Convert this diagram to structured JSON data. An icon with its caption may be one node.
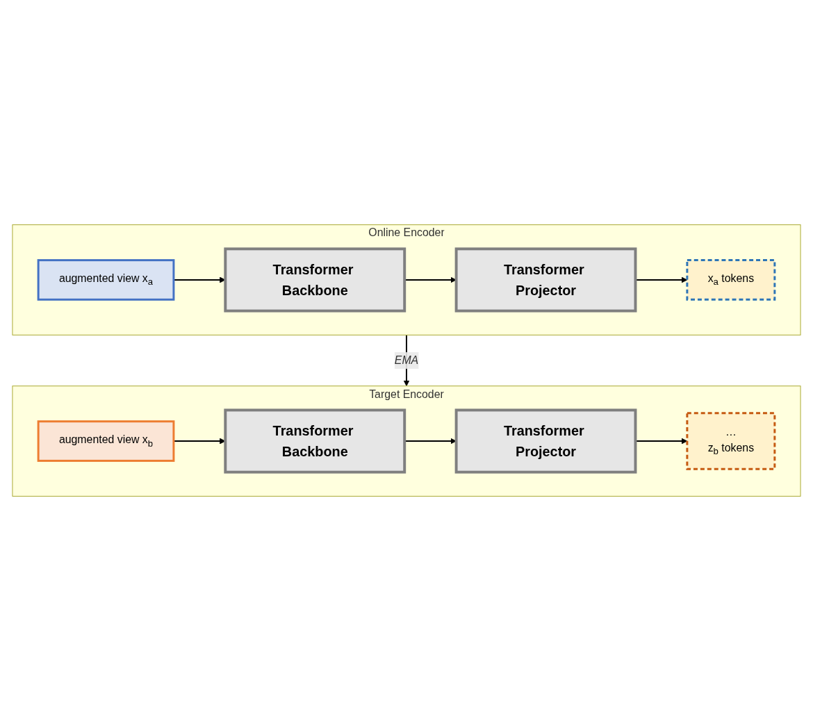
{
  "diagram": {
    "nodes": [
      {
        "text": [
          "Online Encoder"
        ]
      },
      {
        "text": [
          "augmented view x$_{a}$"
        ],
        "in": 0
      },
      {
        "text": [
          "Transformer Backbone"
        ],
        "in": 0
      },
      {
        "text": [
          "Transformer Projector"
        ],
        "in": 0
      },
      {
        "text": [
          "x$_{a}$ tokens"
        ],
        "in": 0
      },
      {
        "text": [
          "Target Encoder"
        ]
      },
      {
        "text": [
          "augmented view x$_{b}$"
        ],
        "in": 5
      },
      {
        "text": [
          "Transformer Backbone"
        ],
        "in": 5
      },
      {
        "text": [
          "Transformer Projector"
        ],
        "in": 5
      },
      {
        "text": [
          "…",
          "z$_{b}$ tokens"
        ],
        "in": 5
      }
    ],
    "edges": [
      {
        "from": 1,
        "to": 2,
        "arrow": "to"
      },
      {
        "from": 2,
        "to": 3,
        "arrow": "to"
      },
      {
        "from": 3,
        "to": 4,
        "arrow": "to"
      },
      {
        "from": 0,
        "to": 5,
        "arrow": "to",
        "label": "EMA"
      },
      {
        "from": 6,
        "to": 7,
        "arrow": "to"
      },
      {
        "from": 7,
        "to": 8,
        "arrow": "to"
      },
      {
        "from": 8,
        "to": 9,
        "arrow": "to"
      }
    ]
  }
}
